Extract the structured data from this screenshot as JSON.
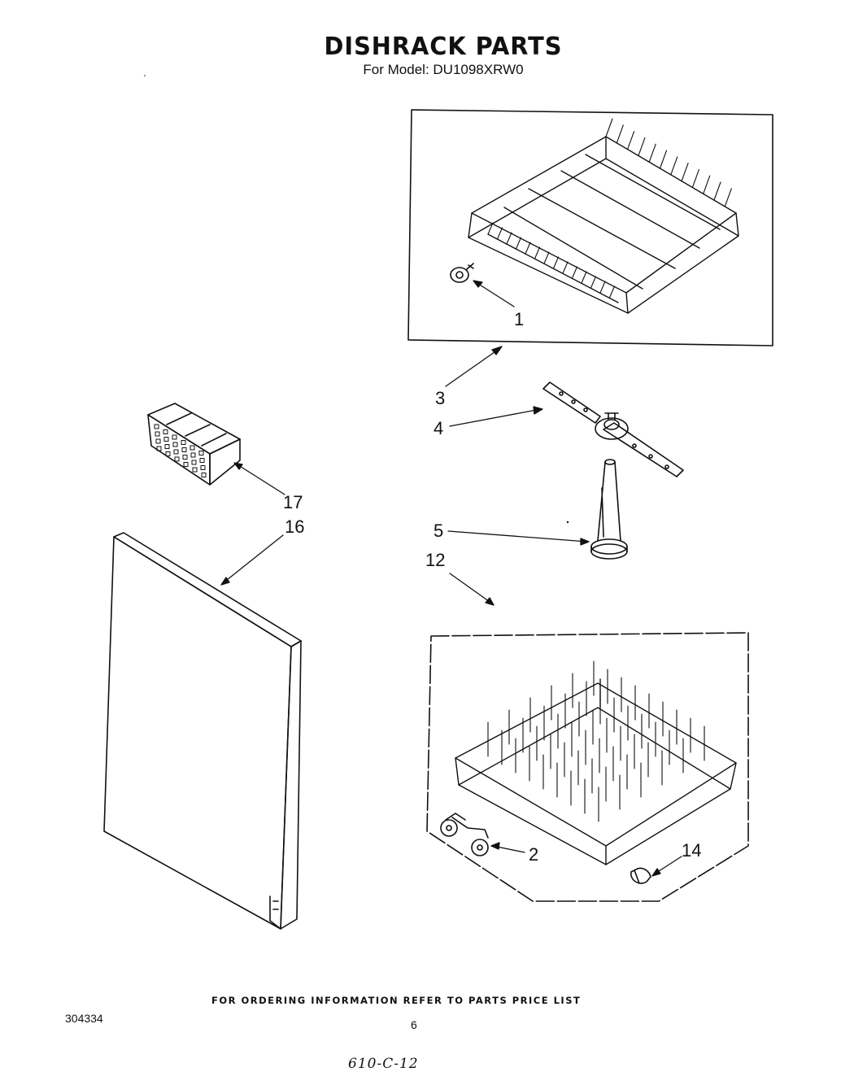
{
  "header": {
    "title": "DISHRACK PARTS",
    "subtitle": "For Model: DU1098XRW0"
  },
  "callouts": {
    "c1": "1",
    "c2": "2",
    "c3": "3",
    "c4": "4",
    "c5": "5",
    "c12": "12",
    "c14": "14",
    "c16": "16",
    "c17": "17"
  },
  "footer": {
    "ordering_note": "FOR ORDERING INFORMATION REFER TO PARTS PRICE LIST",
    "doc_number": "304334",
    "page_number": "6",
    "handwritten_note": "610-C-12"
  }
}
